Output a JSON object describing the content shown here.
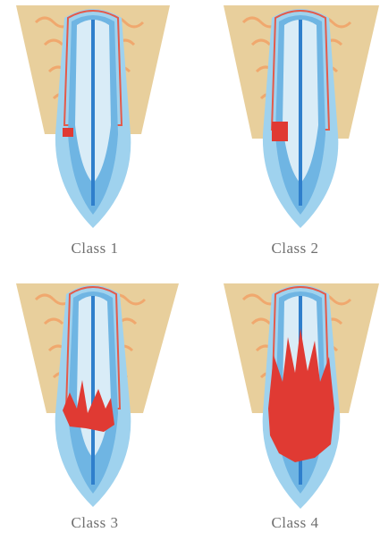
{
  "panels": [
    {
      "label": "Class 1",
      "lesion": "small-spot"
    },
    {
      "label": "Class 2",
      "lesion": "medium-spot"
    },
    {
      "label": "Class 3",
      "lesion": "irregular-area"
    },
    {
      "label": "Class 4",
      "lesion": "extensive-area"
    }
  ],
  "colors": {
    "bone": "#e8cf9c",
    "bone_cells": "#f0a86e",
    "gum_outline": "#e45a4a",
    "crown_outer": "#9fd2ee",
    "crown_inner": "#6fb5e3",
    "pulp": "#d9ecf7",
    "canal": "#2f7fcc",
    "resorption": "#e03a33",
    "caption_text": "#6f6f6f"
  }
}
